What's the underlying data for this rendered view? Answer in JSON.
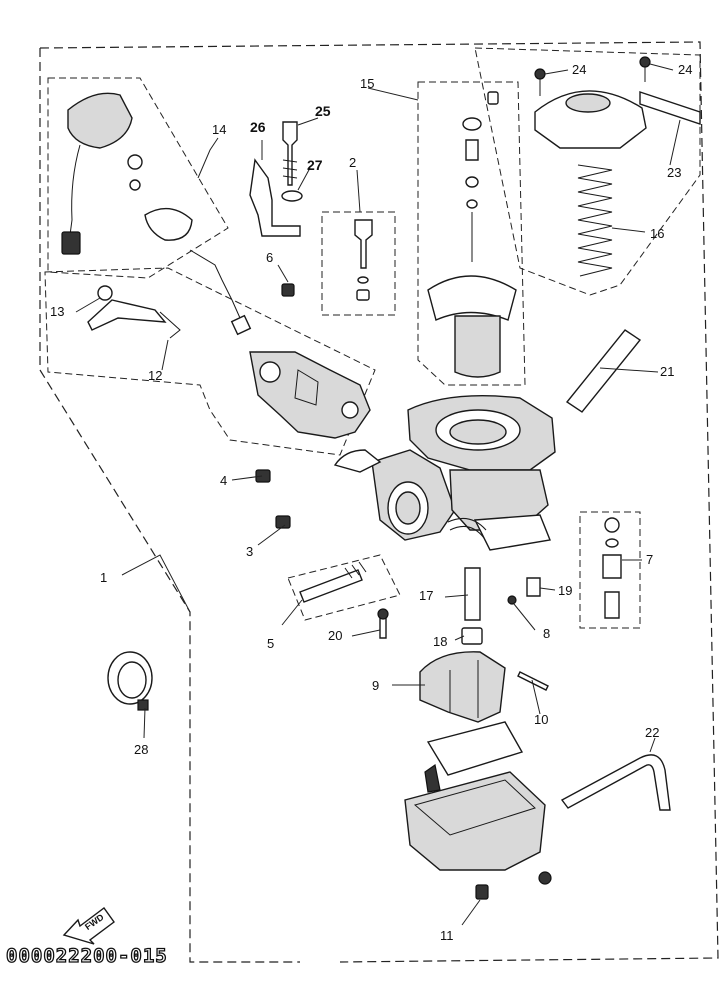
{
  "diagram": {
    "part_numbers": [
      "1",
      "2",
      "3",
      "4",
      "5",
      "6",
      "7",
      "8",
      "9",
      "10",
      "11",
      "12",
      "13",
      "14",
      "15",
      "16",
      "17",
      "18",
      "19",
      "20",
      "21",
      "22",
      "23",
      "24",
      "24",
      "25",
      "26",
      "27",
      "28"
    ],
    "forward_marker": "FWD",
    "drawing_code": "000022200-015"
  }
}
